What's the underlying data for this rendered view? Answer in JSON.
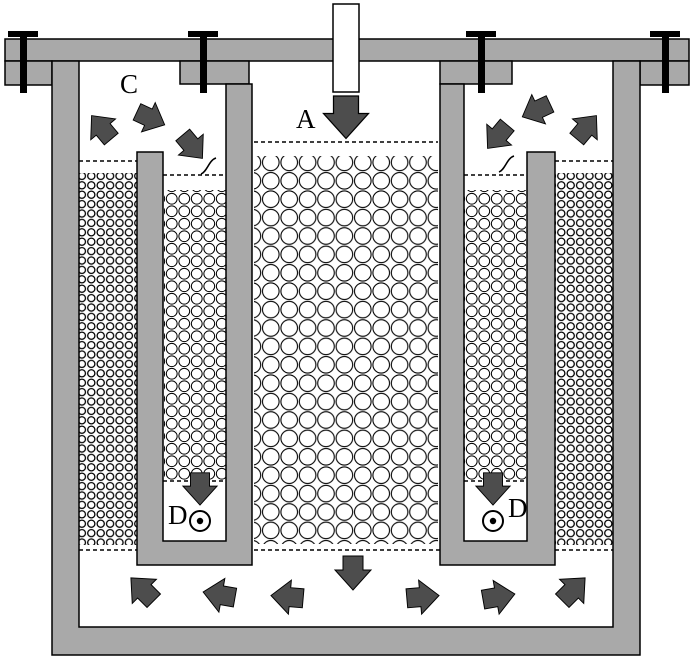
{
  "labels": {
    "a": "A",
    "c": "C",
    "d_left": "D",
    "d_right": "D"
  },
  "colors": {
    "wall": "#a9a9a9",
    "arrow": "#4d4d4d",
    "outline": "#000000",
    "background": "#ffffff",
    "bolt": "#000000"
  }
}
